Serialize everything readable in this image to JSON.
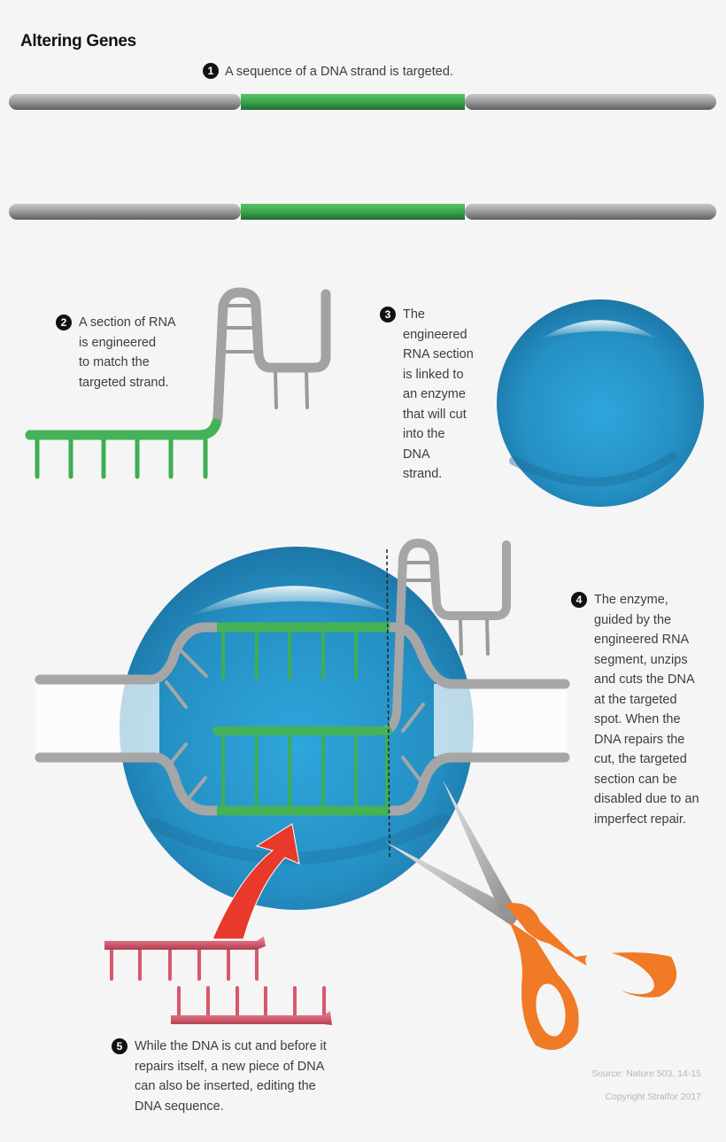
{
  "title": "Altering Genes",
  "steps": [
    {
      "number": "1",
      "text": "A sequence of a DNA strand is targeted."
    },
    {
      "number": "2",
      "text": "A section of RNA\nis engineered\nto match the\ntargeted strand."
    },
    {
      "number": "3",
      "text": "The\nengineered\nRNA section\nis linked to\nan enzyme\nthat will cut\ninto the\nDNA\nstrand."
    },
    {
      "number": "4",
      "text": "The enzyme,\nguided by the\nengineered RNA\nsegment, unzips\nand cuts the DNA\nat the targeted\nspot. When the\nDNA repairs the\ncut, the targeted\nsection can be\ndisabled due to an\nimperfect repair."
    },
    {
      "number": "5",
      "text": "While the DNA is cut and before it\nrepairs itself, a new piece of DNA\ncan also be inserted, editing the\nDNA sequence."
    }
  ],
  "credits": {
    "source": "Source: Nature 503, 14-15",
    "copyright": "Copyright Stratfor 2017"
  },
  "colors": {
    "background": "#f5f5f5",
    "dna_gray": "#8e8e8e",
    "target_green": "#3fae52",
    "enzyme_blue": "#2a8fc2",
    "insert_pink": "#d9586b",
    "arrow_red": "#e8392a",
    "scissors_orange": "#f07a25"
  },
  "icons": [
    "dna-ladder-icon",
    "rna-guide-icon",
    "enzyme-sphere-icon",
    "scissors-icon",
    "insert-arrow-icon",
    "new-dna-strand-icon"
  ]
}
